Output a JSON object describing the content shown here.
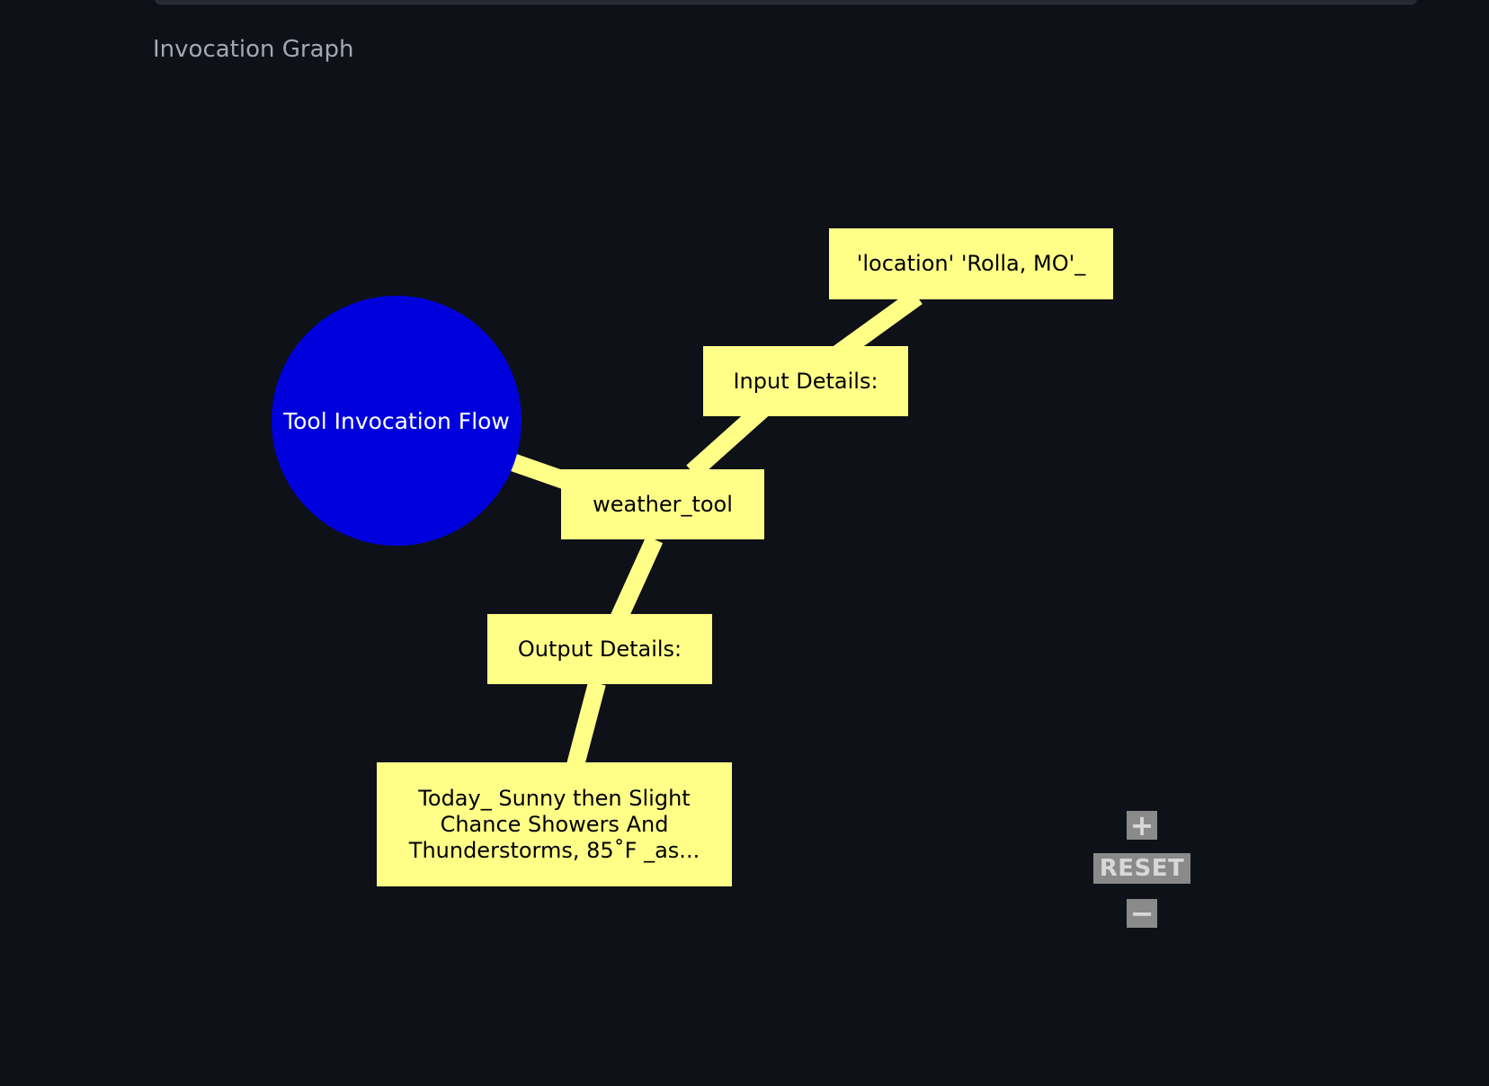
{
  "section": {
    "title": "Invocation Graph"
  },
  "graph": {
    "root": {
      "id": "root",
      "label": "Tool Invocation Flow",
      "color": "#0000dd"
    },
    "nodes": [
      {
        "id": "weather_tool",
        "label": "weather_tool"
      },
      {
        "id": "input_details",
        "label": "Input Details:"
      },
      {
        "id": "input_value",
        "label": "'location' 'Rolla, MO'_"
      },
      {
        "id": "output_details",
        "label": "Output Details:"
      },
      {
        "id": "output_value",
        "label": "Today_ Sunny then Slight Chance Showers And Thunderstorms, 85˚F _as..."
      }
    ],
    "edges": [
      {
        "from": "root",
        "to": "weather_tool"
      },
      {
        "from": "weather_tool",
        "to": "input_details"
      },
      {
        "from": "input_details",
        "to": "input_value"
      },
      {
        "from": "weather_tool",
        "to": "output_details"
      },
      {
        "from": "output_details",
        "to": "output_value"
      }
    ],
    "node_color": "#ffff88",
    "edge_color": "#ffff88"
  },
  "controls": {
    "zoom_in": "+",
    "reset": "RESET",
    "zoom_out": "−"
  }
}
